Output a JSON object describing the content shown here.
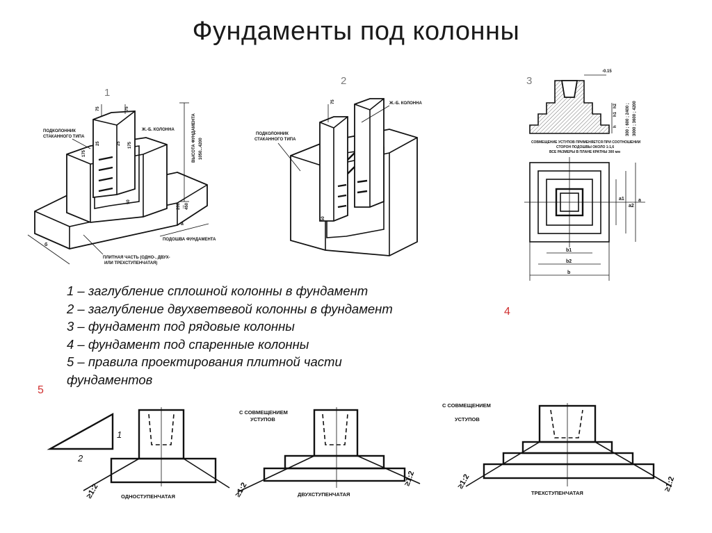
{
  "title": "Фундаменты под колонны",
  "figure_numbers": {
    "f1": "1",
    "f2": "2",
    "f3": "3",
    "f4": "4",
    "f5": "5"
  },
  "legend": [
    "1 – заглубление сплошной колонны в фундамент",
    "2 – заглубление двухветвевой колонны в фундамент",
    "3 – фундамент под рядовые колонны",
    "4 – фундамент под спаренные колонны",
    "5 – правила проектирования плитной части",
    "фундаментов"
  ],
  "fig1": {
    "label_socket": [
      "ПОДКОЛОННИК",
      "СТАКАННОГО ТИПА"
    ],
    "label_column": "Ж.-Б. КОЛОННА",
    "label_height": [
      "ВЫСОТА ФУНДАМЕНТА",
      "1050...4200"
    ],
    "label_slab": [
      "ПЛИТНАЯ ЧАСТЬ (ОДНО-, ДВУХ-",
      "ИЛИ ТРЕХСТУПЕНЧАТАЯ)"
    ],
    "label_sole": "ПОДОШВА ФУНДАМЕНТА",
    "dim_75": "75",
    "dim_25": "25",
    "dim_175": "175",
    "dim_50": "50",
    "dim_range": [
      "200",
      "...",
      "450"
    ],
    "dim_a": "а",
    "dim_b": "б"
  },
  "fig2": {
    "label_socket": [
      "ПОДКОЛОННИК",
      "СТАКАННОГО ТИПА"
    ],
    "label_column": "Ж.-Б. КОЛОННА",
    "dim_75": "75",
    "dim_50": "50"
  },
  "fig3": {
    "level": "-0.15",
    "steps_h": [
      "300 ; 600 ; 2400 ;",
      "3000 ; 3600 ; 4200"
    ],
    "note": [
      "СОВМЕЩЕНИЕ УСТУПОВ ПРИМЕНЯЕТСЯ ПРИ СООТНОШЕНИИ",
      "СТОРОН ПОДОШВЫ ОКОЛО 1:1,6",
      "ВСЕ РАЗМЕРЫ В ПЛАНЕ КРАТНЫ 300 мм"
    ],
    "dims_side": [
      "a1",
      "a2",
      "a"
    ],
    "dims_bottom": [
      "b1",
      "b2",
      "b"
    ],
    "dims_h": [
      "h",
      "h1",
      "h2"
    ]
  },
  "fig5": {
    "triangle_1": "1",
    "triangle_2": "2",
    "slope": "≥1:2",
    "combined": [
      "С СОВМЕЩЕНИЕМ",
      "УСТУПОВ"
    ],
    "one_step": "ОДНОСТУПЕНЧАТАЯ",
    "two_step": "ДВУХСТУПЕНЧАТАЯ",
    "three_step": "ТРЕХСТУПЕНЧАТАЯ"
  }
}
